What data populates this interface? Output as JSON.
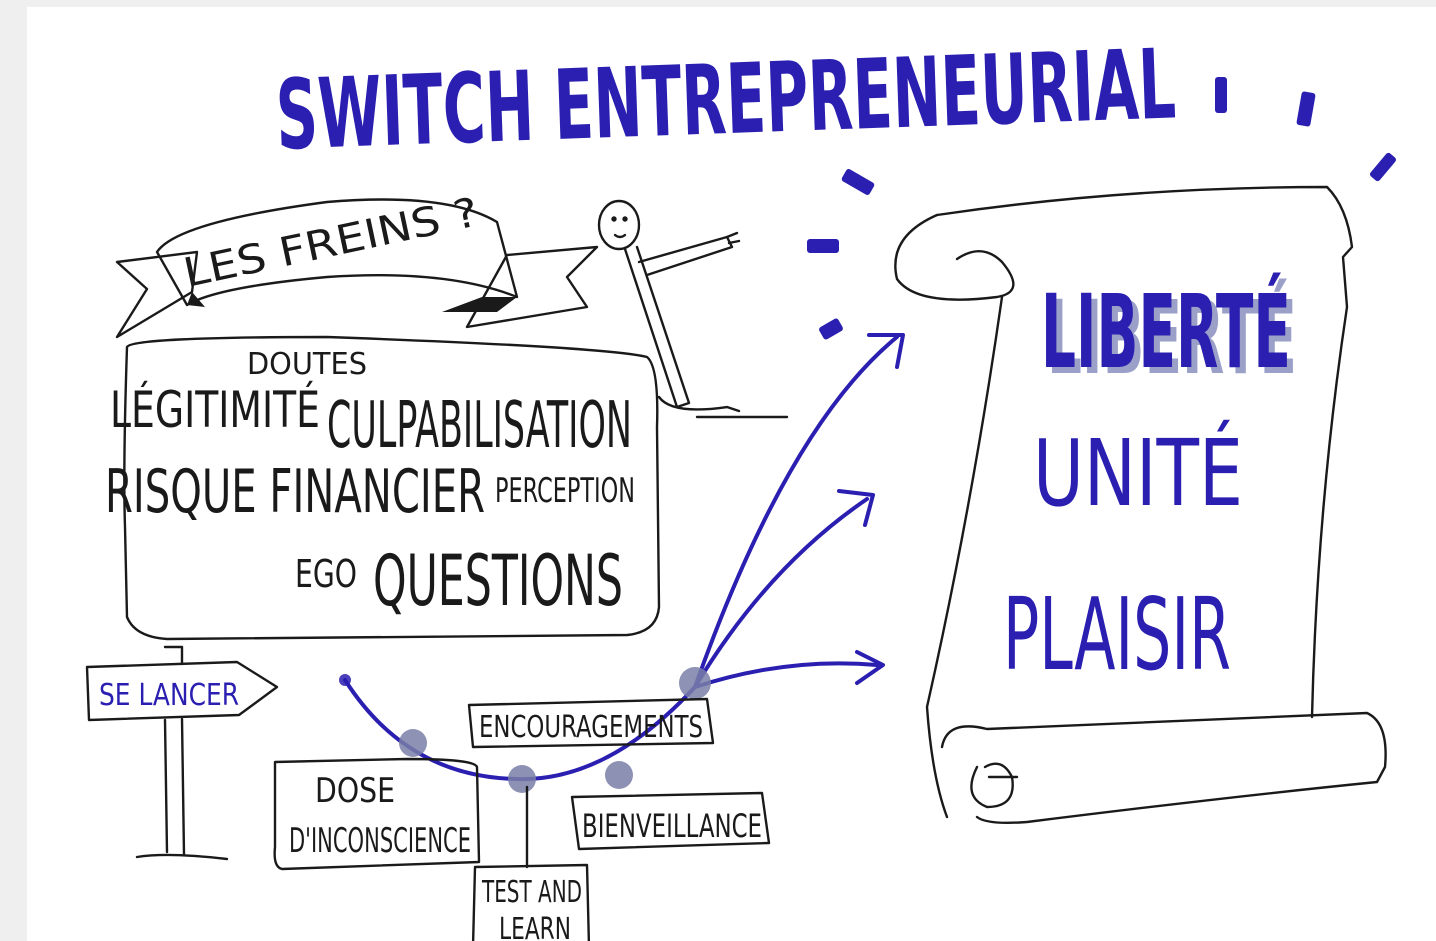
{
  "title": "SWITCH ENTREPRENEURIAL",
  "brakes": {
    "banner": "LES FREINS ?",
    "words": {
      "doutes": "DOUTES",
      "legitimite": "LÉGITIMITÉ",
      "culpabilisation": "CULPABILISATION",
      "risque": "RISQUE FINANCIER",
      "perception": "PERCEPTION",
      "ego": "EGO",
      "questions": "QUESTIONS"
    }
  },
  "signpost": {
    "label": "SE LANCER"
  },
  "path_labels": {
    "dose_line1": "DOSE",
    "dose_line2": "D'INCONSCIENCE",
    "test_line1": "TEST AND",
    "test_line2": "LEARN",
    "encouragements": "ENCOURAGEMENTS",
    "bienveillance": "BIENVEILLANCE"
  },
  "scroll": {
    "values": [
      "LIBERTÉ",
      "UNITÉ",
      "PLAISIR"
    ]
  },
  "colors": {
    "ink": "#1a1a1a",
    "blue": "#2a1fb0",
    "dot": "#7a7fa8"
  }
}
